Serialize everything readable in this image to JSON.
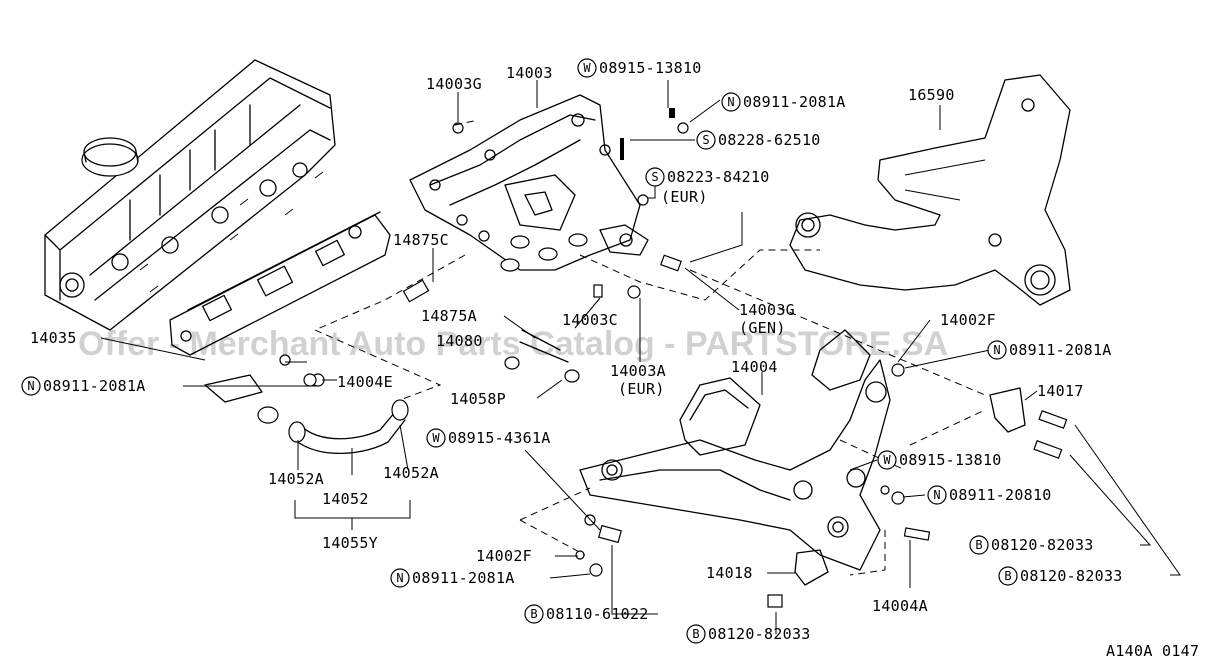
{
  "diagram": {
    "figure_code": "A140A 0147",
    "watermark": "Offer - Merchant Auto Parts Catalog - PARTSTORE.SA",
    "part_labels": {
      "p14003G_top": "14003G",
      "p14003": "14003",
      "w08915_13810_top": "08915-13810",
      "n08911_2081A_top": "08911-2081A",
      "s08228_62510": "08228-62510",
      "p16590": "16590",
      "s08223_84210": "08223-84210",
      "eur_1": "(EUR)",
      "p14875C": "14875C",
      "p14035": "14035",
      "p14875A": "14875A",
      "p14080": "14080",
      "p14003C": "14003C",
      "p14003G_gen_code": "14003G",
      "gen": "(GEN)",
      "p14002F_right": "14002F",
      "n08911_2081A_right": "08911-2081A",
      "p14004E": "14004E",
      "n08911_2081A_left": "08911-2081A",
      "p14004": "14004",
      "p14003A": "14003A",
      "eur_2": "(EUR)",
      "p14017": "14017",
      "p14058P": "14058P",
      "w08915_4361A": "08915-4361A",
      "w08915_13810_mid": "08915-13810",
      "n08911_20810": "08911-20810",
      "p14052A_left": "14052A",
      "p14052A_right": "14052A",
      "p14052": "14052",
      "p14055Y": "14055Y",
      "b08120_82033_a": "08120-82033",
      "b08120_82033_b": "08120-82033",
      "p14002F_bottom": "14002F",
      "n08911_2081A_bottom": "08911-2081A",
      "p14018": "14018",
      "p14004A": "14004A",
      "b08110_61022": "08110-61022",
      "b08120_82033_bottom": "08120-82033"
    },
    "prefix_letters": {
      "w": "W",
      "n": "N",
      "s": "S",
      "b": "B"
    }
  }
}
